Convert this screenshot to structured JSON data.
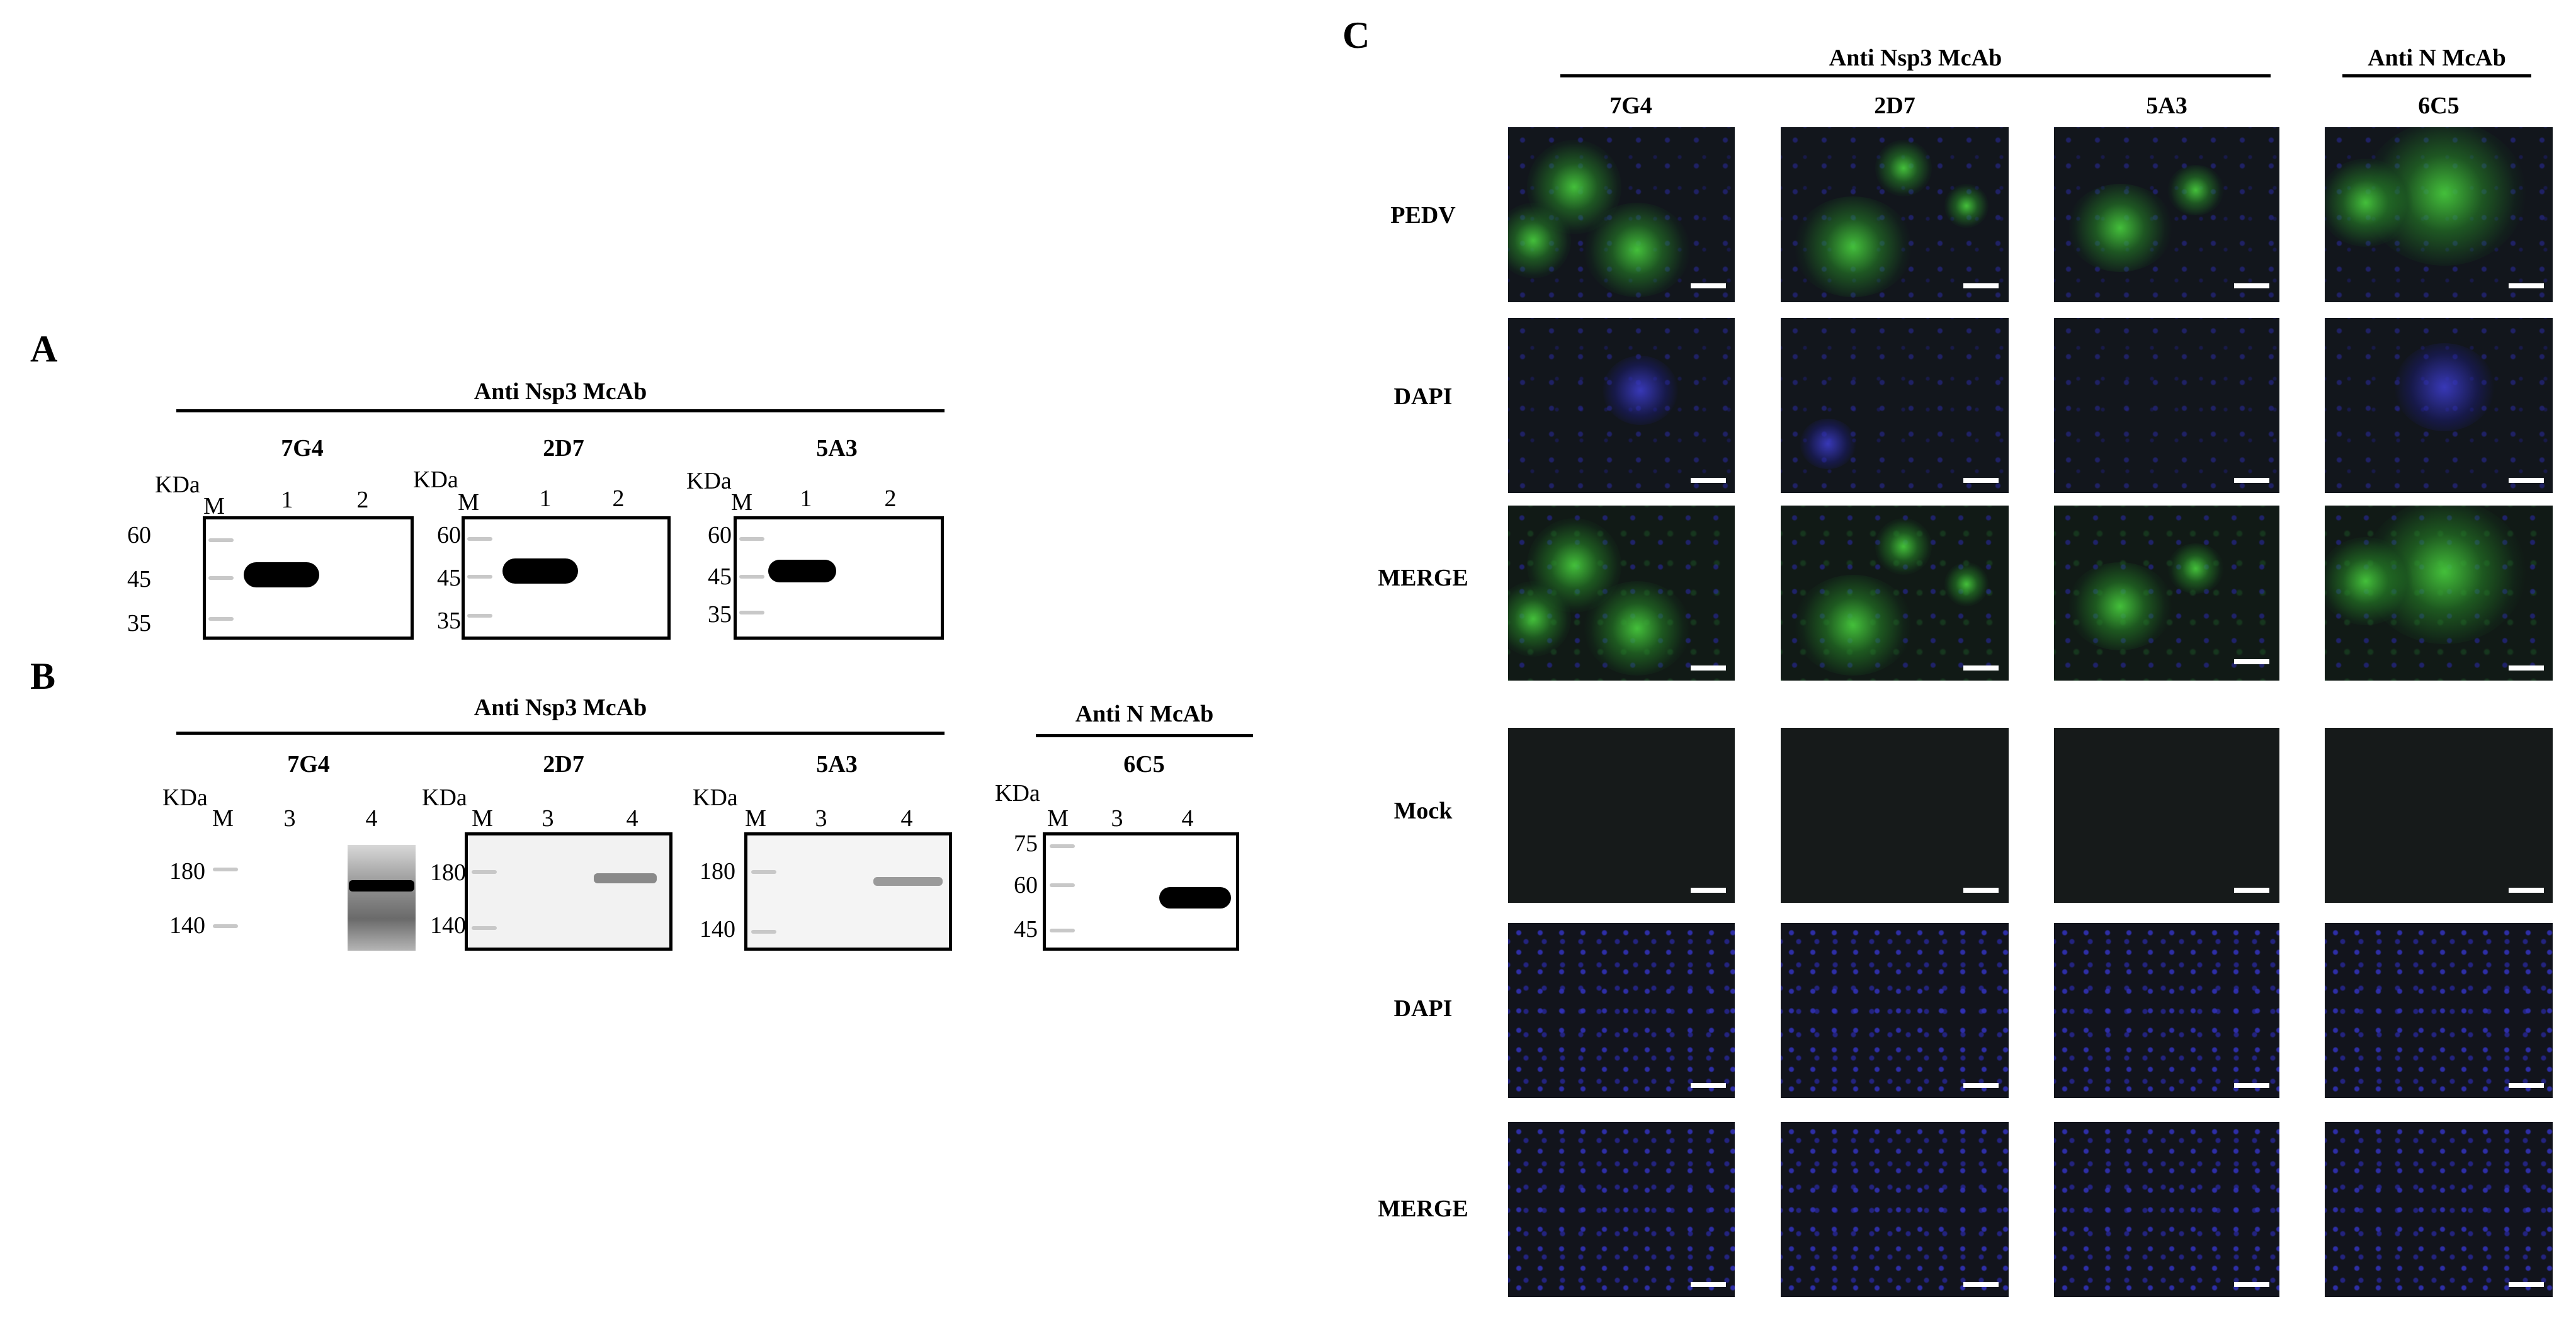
{
  "panel_a": {
    "letter": "A",
    "header": "Anti Nsp3 McAb",
    "kda_label": "KDa",
    "blots": [
      {
        "antibody": "7G4",
        "lanes": [
          "M",
          "1",
          "2"
        ],
        "markers": [
          "60",
          "45",
          "35"
        ]
      },
      {
        "antibody": "2D7",
        "lanes": [
          "M",
          "1",
          "2"
        ],
        "markers": [
          "60",
          "45",
          "35"
        ]
      },
      {
        "antibody": "5A3",
        "lanes": [
          "M",
          "1",
          "2"
        ],
        "markers": [
          "60",
          "45",
          "35"
        ]
      }
    ]
  },
  "panel_b": {
    "letter": "B",
    "header_nsp3": "Anti Nsp3 McAb",
    "header_n": "Anti N McAb",
    "kda_label": "KDa",
    "blots": [
      {
        "antibody": "7G4",
        "lanes": [
          "M",
          "3",
          "4"
        ],
        "markers": [
          "180",
          "140"
        ]
      },
      {
        "antibody": "2D7",
        "lanes": [
          "M",
          "3",
          "4"
        ],
        "markers": [
          "180",
          "140"
        ]
      },
      {
        "antibody": "5A3",
        "lanes": [
          "M",
          "3",
          "4"
        ],
        "markers": [
          "180",
          "140"
        ]
      },
      {
        "antibody": "6C5",
        "lanes": [
          "M",
          "3",
          "4"
        ],
        "markers": [
          "75",
          "60",
          "45"
        ]
      }
    ]
  },
  "panel_c": {
    "letter": "C",
    "header_nsp3": "Anti Nsp3 McAb",
    "header_n": "Anti N McAb",
    "columns": [
      "7G4",
      "2D7",
      "5A3",
      "6C5"
    ],
    "rows": [
      "PEDV",
      "DAPI",
      "MERGE",
      "Mock",
      "DAPI",
      "MERGE"
    ]
  },
  "colors": {
    "fluorescence_green": "#46c83c",
    "dapi_blue": "#3232be",
    "image_background": "#141818"
  }
}
